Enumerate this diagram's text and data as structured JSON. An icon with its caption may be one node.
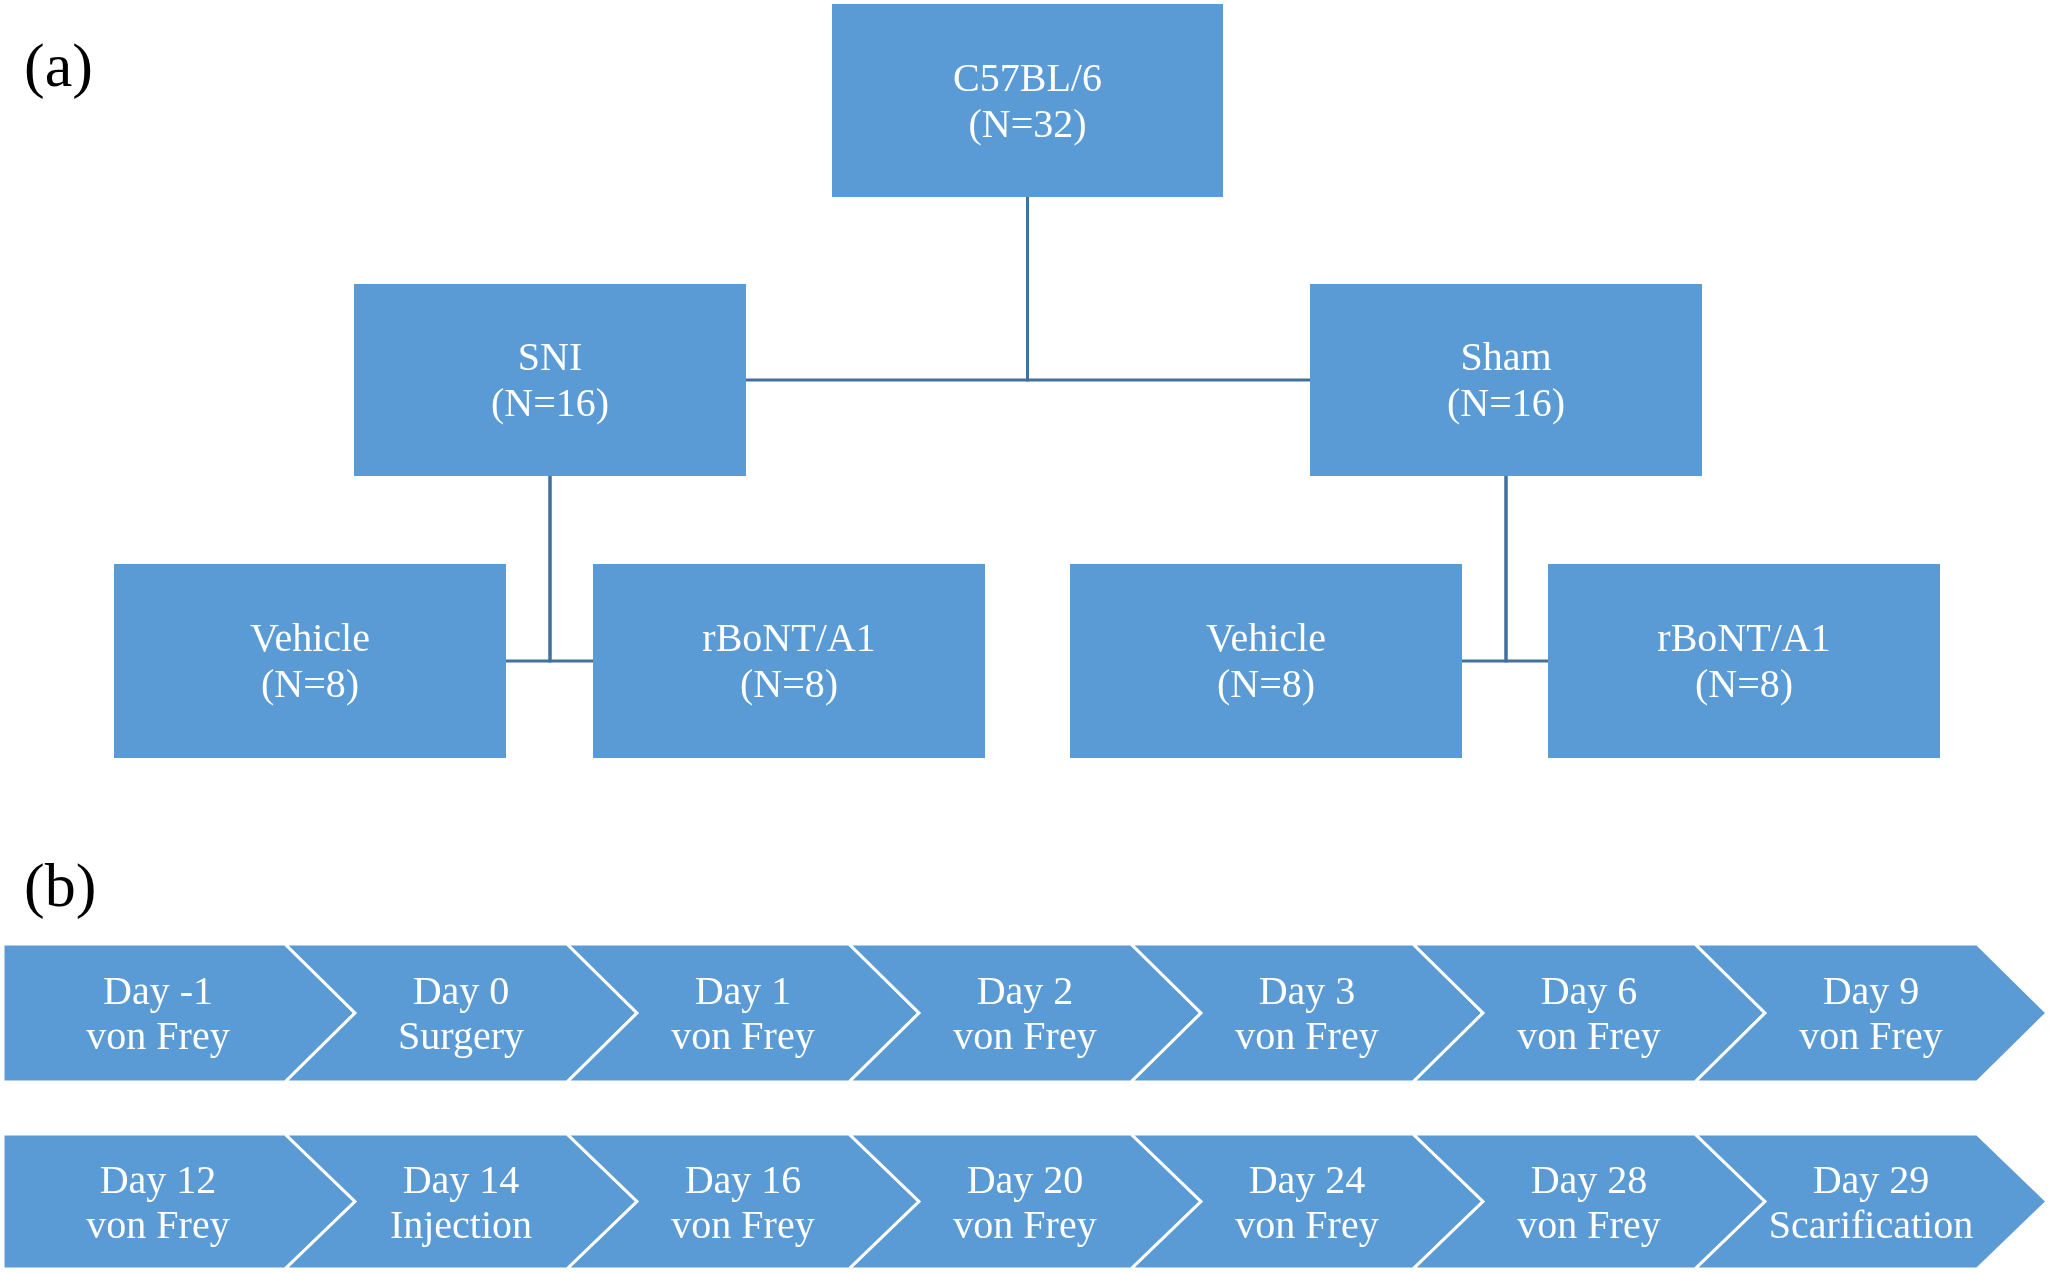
{
  "diagram": {
    "nodes": [
      {
        "text": [
          "C57BL/6",
          "(N=32)"
        ]
      },
      {
        "text": [
          "SNI",
          "(N=16)"
        ]
      },
      {
        "text": [
          "Sham",
          "(N=16)"
        ]
      },
      {
        "text": [
          "Vehicle",
          "(N=8)"
        ]
      },
      {
        "text": [
          "rBoNT/A1",
          "(N=8)"
        ]
      },
      {
        "text": [
          "Vehicle",
          "(N=8)"
        ]
      },
      {
        "text": [
          "rBoNT/A1",
          "(N=8)"
        ]
      },
      {
        "text": [
          "Day -1",
          "von Frey"
        ]
      },
      {
        "text": [
          "Day 0",
          "Surgery"
        ]
      },
      {
        "text": [
          "Day 1",
          "von Frey"
        ]
      },
      {
        "text": [
          "Day 2",
          "von Frey"
        ]
      },
      {
        "text": [
          "Day 3",
          "von Frey"
        ]
      },
      {
        "text": [
          "Day 6",
          "von Frey"
        ]
      },
      {
        "text": [
          "Day 9",
          "von Frey"
        ]
      },
      {
        "text": [
          "Day 12",
          "von Frey"
        ]
      },
      {
        "text": [
          "Day 14",
          "Injection"
        ]
      },
      {
        "text": [
          "Day 16",
          "von Frey"
        ]
      },
      {
        "text": [
          "Day 20",
          "von Frey"
        ]
      },
      {
        "text": [
          "Day 24",
          "von Frey"
        ]
      },
      {
        "text": [
          "Day 28",
          "von Frey"
        ]
      },
      {
        "text": [
          "Day 29",
          "Scarification"
        ]
      }
    ],
    "edges": [
      {
        "from": 0,
        "to": 1,
        "arrow": "none"
      },
      {
        "from": 0,
        "to": 2,
        "arrow": "none"
      },
      {
        "from": 1,
        "to": 3,
        "arrow": "none"
      },
      {
        "from": 1,
        "to": 4,
        "arrow": "none"
      },
      {
        "from": 2,
        "to": 5,
        "arrow": "none"
      },
      {
        "from": 2,
        "to": 6,
        "arrow": "none"
      }
    ],
    "labels": [
      "(a)",
      "(b)"
    ]
  }
}
